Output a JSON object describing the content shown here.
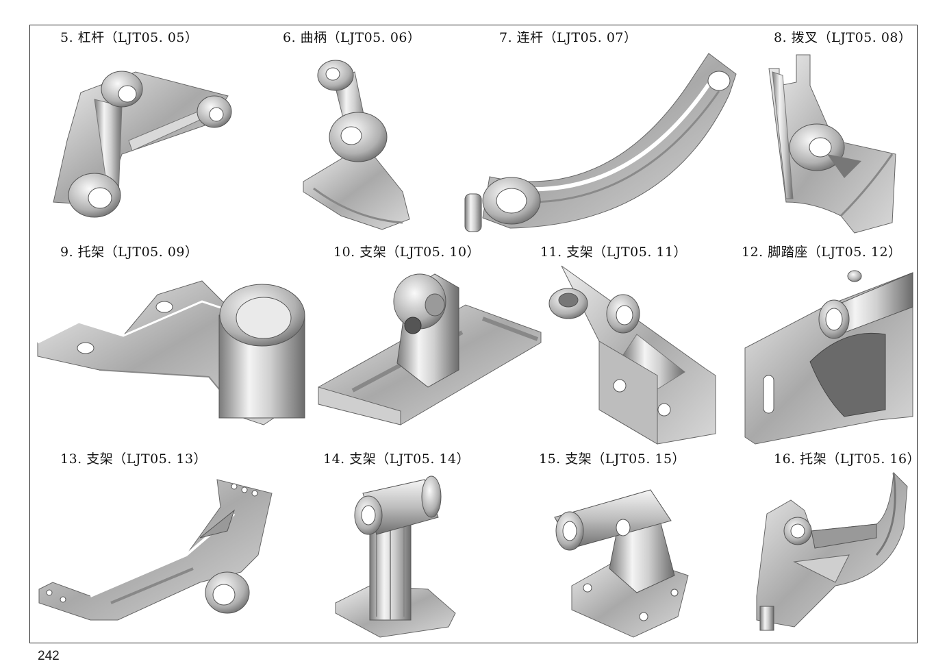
{
  "page_number": "242",
  "parts": [
    {
      "caption": "5. 杠杆（LJT05. 05）",
      "kind": "lever"
    },
    {
      "caption": "6. 曲柄（LJT05. 06）",
      "kind": "crank"
    },
    {
      "caption": "7. 连杆（LJT05. 07）",
      "kind": "rod"
    },
    {
      "caption": "8. 拨叉（LJT05. 08）",
      "kind": "fork"
    },
    {
      "caption": "9. 托架（LJT05. 09）",
      "kind": "bracket-a"
    },
    {
      "caption": "10. 支架（LJT05. 10）",
      "kind": "support-b"
    },
    {
      "caption": "11. 支架（LJT05. 11）",
      "kind": "support-c"
    },
    {
      "caption": "12. 脚踏座（LJT05. 12）",
      "kind": "pedal-seat"
    },
    {
      "caption": "13. 支架（LJT05. 13）",
      "kind": "support-d"
    },
    {
      "caption": "14. 支架（LJT05. 14）",
      "kind": "support-e"
    },
    {
      "caption": "15. 支架（LJT05. 15）",
      "kind": "support-f"
    },
    {
      "caption": "16. 托架（LJT05. 16）",
      "kind": "bracket-g"
    }
  ],
  "colors": {
    "metal_light": "#f2f2f2",
    "metal_mid": "#b5b5b5",
    "metal_dark": "#6a6a6a",
    "frame": "#222222"
  }
}
